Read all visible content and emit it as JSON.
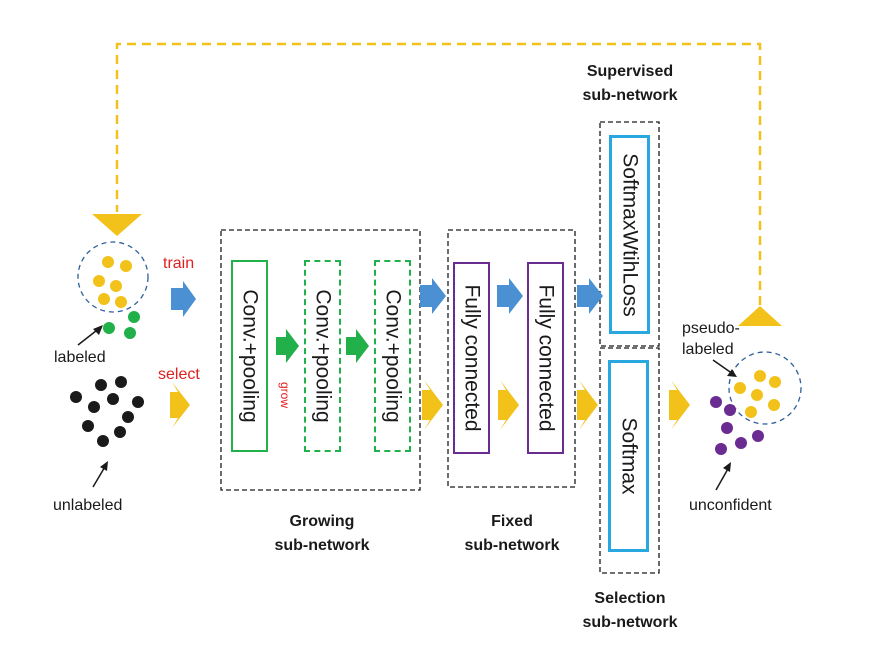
{
  "labels": {
    "train": "train",
    "select": "select",
    "labeled": "labeled",
    "unlabeled": "unlabeled",
    "pseudo_labeled_1": "pseudo-",
    "pseudo_labeled_2": "labeled",
    "unconfident": "unconfident",
    "grow": "grow"
  },
  "boxes": {
    "conv1": "Conv.+pooling",
    "conv2": "Conv.+pooling",
    "conv3": "Conv.+pooling",
    "fc1": "Fully connected",
    "fc2": "Fully connected",
    "softmax_with_loss": "SoftmaxWtihLoss",
    "softmax": "Softmax"
  },
  "groups": {
    "supervised_1": "Supervised",
    "supervised_2": "sub-network",
    "growing_1": "Growing",
    "growing_2": "sub-network",
    "fixed_1": "Fixed",
    "fixed_2": "sub-network",
    "selection_1": "Selection",
    "selection_2": "sub-network"
  },
  "colors": {
    "labeled_dot": "#f2c21b",
    "green_dot": "#22b04a",
    "unlabeled_dot": "#1a1a1a",
    "unconfident_dot": "#6a2c91",
    "blue_arrow": "#4a90d2",
    "gold_arrow": "#f2c21b",
    "green_arrow": "#22b04a"
  }
}
